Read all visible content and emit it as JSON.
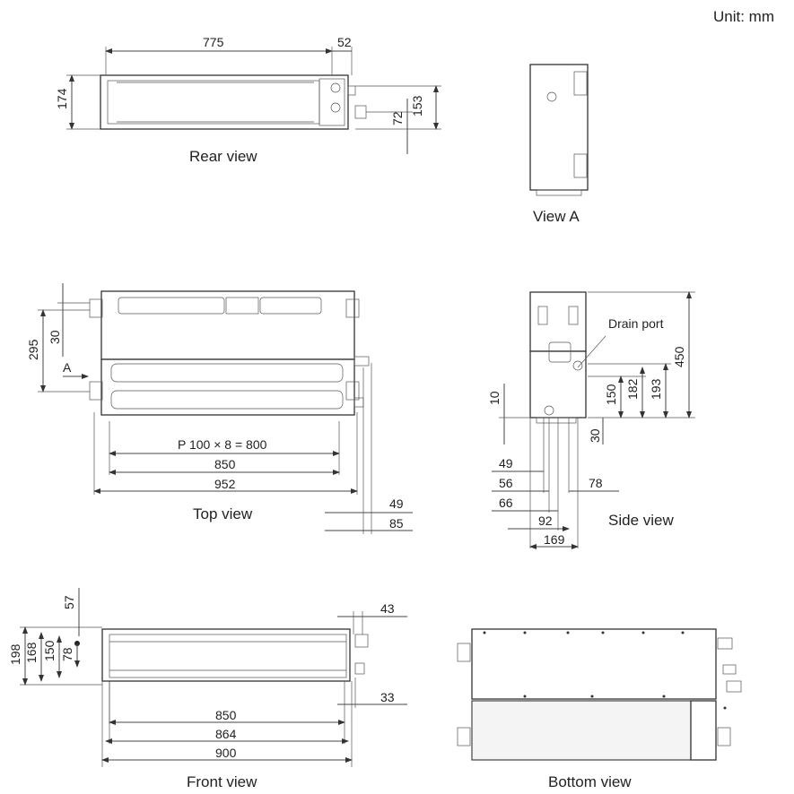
{
  "unit": "Unit: mm",
  "views": {
    "rear": "Rear view",
    "viewA": "View A",
    "top": "Top view",
    "side": "Side view",
    "front": "Front view",
    "bottom": "Bottom view"
  },
  "drain_port": "Drain port",
  "arrow_a": "A",
  "rear_dims": {
    "w775": "775",
    "w52": "52",
    "h174": "174",
    "h153": "153",
    "h72": "72"
  },
  "top_dims": {
    "pitch": "P 100 × 8 = 800",
    "w850": "850",
    "w952": "952",
    "w49": "49",
    "w85": "85",
    "h295": "295",
    "h30": "30"
  },
  "side_dims": {
    "h450": "450",
    "h193": "193",
    "h182": "182",
    "h150": "150",
    "h10": "10",
    "h30": "30",
    "w49": "49",
    "w56": "56",
    "w66": "66",
    "w78": "78",
    "w92": "92",
    "w169": "169"
  },
  "front_dims": {
    "h198": "198",
    "h168": "168",
    "h150": "150",
    "h78": "78",
    "h57": "57",
    "w43": "43",
    "w33": "33",
    "w850": "850",
    "w864": "864",
    "w900": "900"
  }
}
